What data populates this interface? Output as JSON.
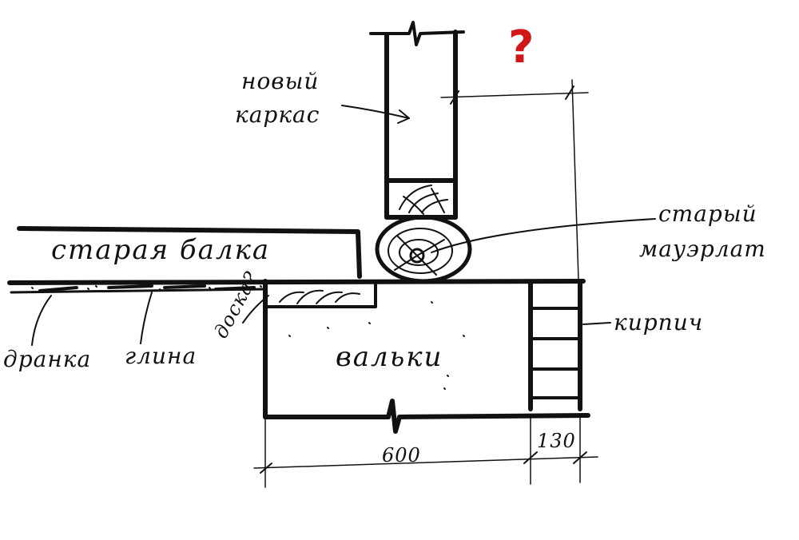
{
  "labels": {
    "new_frame": "новый каркас",
    "new_frame_line1": "новый",
    "new_frame_line2": "каркас",
    "old_beam": "старая балка",
    "old_mauerlat": "старый мауэрлат",
    "old_mauerlat_line1": "старый",
    "old_mauerlat_line2": "мауэрлат",
    "brick": "кирпич",
    "shingle": "дранка",
    "clay": "глина",
    "board": "доска?",
    "logs": "вальки",
    "question": "?"
  },
  "dimensions": {
    "logs_width": "600",
    "brick_width": "130"
  },
  "colors": {
    "ink": "#111111",
    "question": "#d01818",
    "paper": "#ffffff"
  }
}
